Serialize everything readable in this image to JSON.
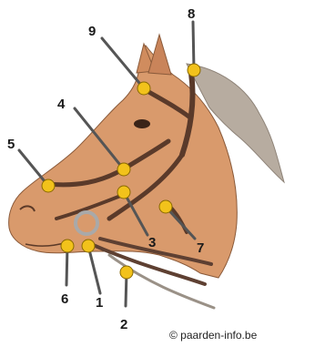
{
  "callouts": [
    {
      "number": "1",
      "marker_color": "#f2c21b"
    },
    {
      "number": "2",
      "marker_color": "#f2c21b"
    },
    {
      "number": "3",
      "marker_color": "#f2c21b"
    },
    {
      "number": "4",
      "marker_color": "#f2c21b"
    },
    {
      "number": "5",
      "marker_color": "#f2c21b"
    },
    {
      "number": "6",
      "marker_color": "#f2c21b"
    },
    {
      "number": "7",
      "marker_color": "#f2c21b"
    },
    {
      "number": "8",
      "marker_color": "#f2c21b"
    },
    {
      "number": "9",
      "marker_color": "#f2c21b"
    }
  ],
  "credit": "© paarden-info.be",
  "colors": {
    "coat": "#d99a6c",
    "mane": "#b7aca0",
    "leather": "#5a3a2a",
    "marker": "#f2c21b",
    "leader_line": "#555555"
  }
}
